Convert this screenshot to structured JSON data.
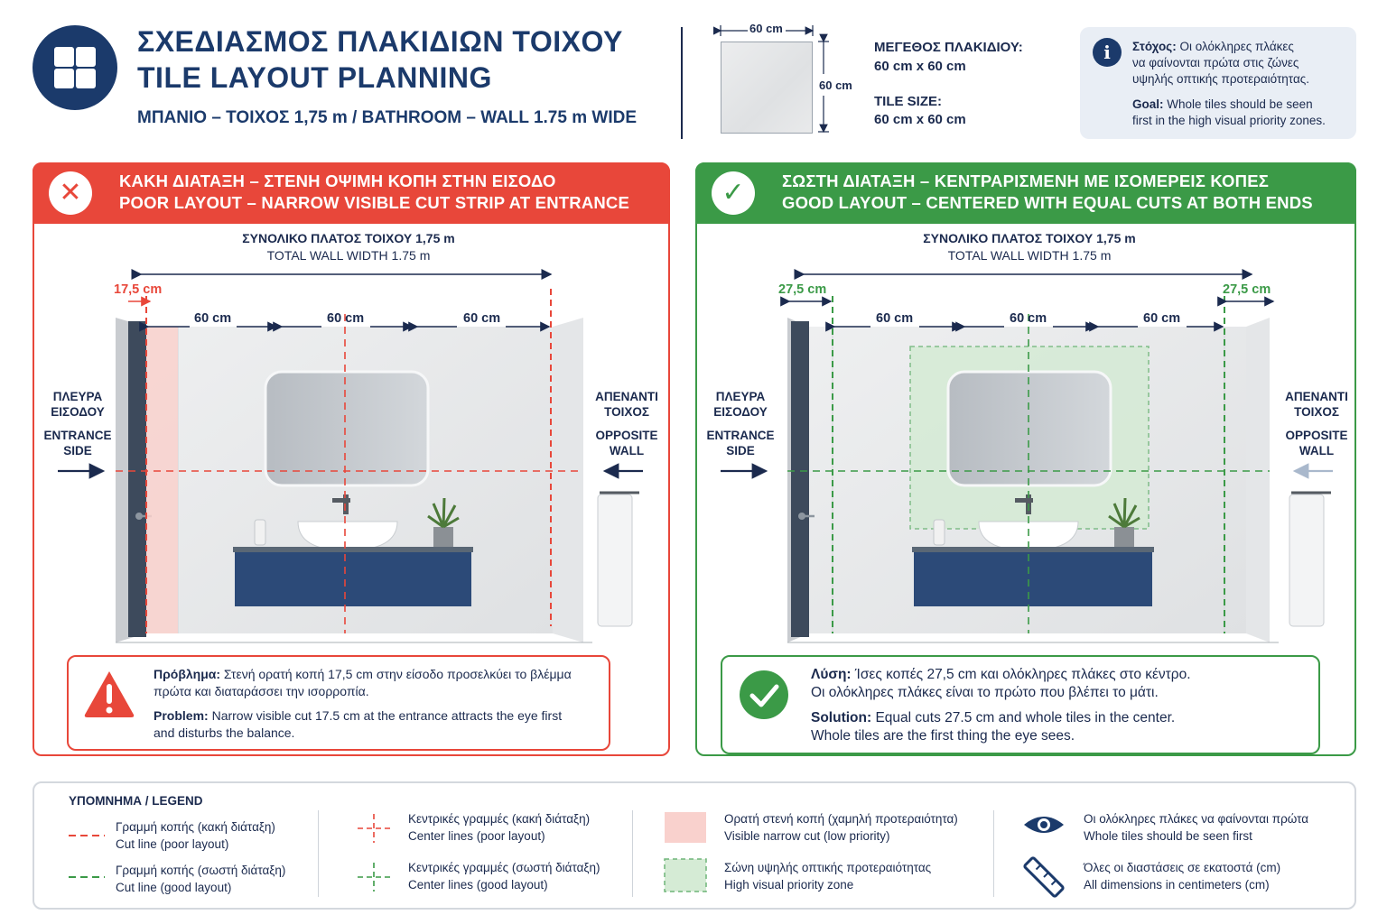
{
  "header": {
    "title_el": "ΣΧΕΔΙΑΣΜΟΣ ΠΛΑΚΙΔΙΩΝ ΤΟΙΧΟΥ",
    "title_en": "TILE LAYOUT PLANNING",
    "subtitle": "ΜΠΑΝΙΟ – ΤΟΙΧΟΣ 1,75 m / BATHROOM – WALL 1.75 m WIDE",
    "tile_width_label": "60 cm",
    "tile_height_label": "60 cm",
    "size_el_label": "ΜΕΓΕΘΟΣ ΠΛΑΚΙΔΙΟΥ:",
    "size_el_value": "60 cm x 60 cm",
    "size_en_label": "TILE SIZE:",
    "size_en_value": "60 cm x 60 cm"
  },
  "info": {
    "icon": "info-icon",
    "el_lead": "Στόχος:",
    "el_line1": " Οι ολόκληρες πλάκες",
    "el_line2": "να φαίνονται πρώτα στις ζώνες",
    "el_line3": "υψηλής οπτικής προτεραιότητας.",
    "en_lead": "Goal:",
    "en_line1": " Whole tiles should be seen",
    "en_line2": "first in the high visual priority zones."
  },
  "bad": {
    "head_el": "ΚΑΚΗ ΔΙΑΤΑΞΗ – ΣΤΕΝΗ ΟΨΙΜΗ ΚΟΠΗ ΣΤΗΝ ΕΙΣΟΔΟ",
    "head_en": "POOR LAYOUT – NARROW VISIBLE CUT STRIP AT ENTRANCE",
    "wall_el": "ΣΥΝΟΛΙΚΟ ΠΛΑΤΟΣ ΤΟΙΧΟΥ 1,75 m",
    "wall_en": "TOTAL WALL WIDTH 1.75 m",
    "cut_label": "17,5 cm",
    "tile_labels": [
      "60 cm",
      "60 cm",
      "60 cm"
    ],
    "entrance_el_1": "ΠΛΕΥΡΑ",
    "entrance_el_2": "ΕΙΣΟΔΟΥ",
    "entrance_en_1": "ENTRANCE",
    "entrance_en_2": "SIDE",
    "opposite_el_1": "ΑΠΕΝΑΝΤΙ",
    "opposite_el_2": "ΤΟΙΧΟΣ",
    "opposite_en_1": "OPPOSITE",
    "opposite_en_2": "WALL",
    "note_el_lead": "Πρόβλημα:",
    "note_el_1": " Στενή ορατή κοπή 17,5 cm στην είσοδο προσελκύει το βλέμμα",
    "note_el_2": "πρώτα και διαταράσσει την ισορροπία.",
    "note_en_lead": "Problem:",
    "note_en_1": " Narrow visible cut 17.5 cm at the entrance attracts the eye first",
    "note_en_2": "and disturbs the balance."
  },
  "good": {
    "head_el": "ΣΩΣΤΗ ΔΙΑΤΑΞΗ – ΚΕΝΤΡΑΡΙΣΜΕΝΗ ΜΕ ΙΣΟΜΕΡΕΙΣ ΚΟΠΕΣ",
    "head_en": "GOOD LAYOUT – CENTERED WITH EQUAL CUTS AT BOTH ENDS",
    "wall_el": "ΣΥΝΟΛΙΚΟ ΠΛΑΤΟΣ ΤΟΙΧΟΥ 1,75 m",
    "wall_en": "TOTAL WALL WIDTH 1.75 m",
    "cut_left": "27,5 cm",
    "cut_right": "27,5 cm",
    "tile_labels": [
      "60 cm",
      "60 cm",
      "60 cm"
    ],
    "entrance_el_1": "ΠΛΕΥΡΑ",
    "entrance_el_2": "ΕΙΣΟΔΟΥ",
    "entrance_en_1": "ENTRANCE",
    "entrance_en_2": "SIDE",
    "opposite_el_1": "ΑΠΕΝΑΝΤΙ",
    "opposite_el_2": "ΤΟΙΧΟΣ",
    "opposite_en_1": "OPPOSITE",
    "opposite_en_2": "WALL",
    "note_el_lead": "Λύση:",
    "note_el_1": " Ίσες κοπές 27,5 cm και ολόκληρες πλάκες στο κέντρο.",
    "note_el_2": "Οι ολόκληρες πλάκες είναι το πρώτο που βλέπει το μάτι.",
    "note_en_lead": "Solution:",
    "note_en_1": " Equal cuts 27.5 cm and whole tiles in the center.",
    "note_en_2": "Whole tiles are the first thing the eye sees."
  },
  "legend": {
    "title": "ΥΠΟΜΝΗΜΑ / LEGEND",
    "items": [
      {
        "el": "Γραμμή κοπής (κακή διάταξη)",
        "en": "Cut line (poor layout)"
      },
      {
        "el": "Γραμμή κοπής (σωστή διάταξη)",
        "en": "Cut line (good layout)"
      },
      {
        "el": "Κεντρικές γραμμές (κακή διάταξη)",
        "en": "Center lines (poor layout)"
      },
      {
        "el": "Κεντρικές γραμμές (σωστή διάταξη)",
        "en": "Center lines (good layout)"
      },
      {
        "el": "Ορατή στενή κοπή (χαμηλή προτεραιότητα)",
        "en": "Visible narrow cut (low priority)"
      },
      {
        "el": "Σώνη υψηλής οπτικής προτεραιότητας",
        "en": "High visual priority zone"
      },
      {
        "el": "Οι ολόκληρες πλάκες να φαίνονται πρώτα",
        "en": "Whole tiles should be seen first"
      },
      {
        "el": "Όλες οι διαστάσεις σε εκατοστά (cm)",
        "en": "All dimensions in centimeters (cm)"
      }
    ]
  },
  "colors": {
    "navy": "#1b3a6b",
    "bad_red": "#e8473a",
    "good_green": "#3b9a47",
    "cut_fill": "#f9d1cd",
    "zone_fill": "#d5ebd5"
  }
}
